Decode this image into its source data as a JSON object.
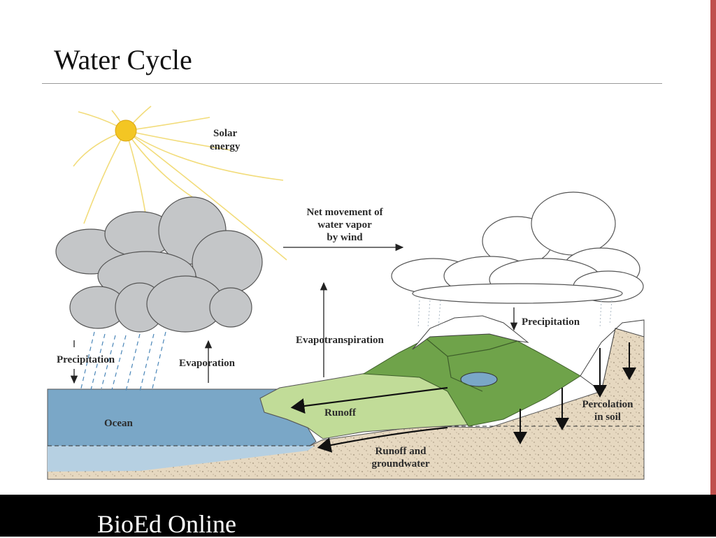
{
  "slide": {
    "title": "Water Cycle",
    "footer": "BioEd Online"
  },
  "diagram": {
    "labels": {
      "solar_1": "Solar",
      "solar_2": "energy",
      "net_1": "Net movement of",
      "net_2": "water vapor",
      "net_3": "by wind",
      "precip_left": "Precipitation",
      "evaporation": "Evaporation",
      "evapotranspiration": "Evapotranspiration",
      "precip_right": "Precipitation",
      "ocean": "Ocean",
      "runoff": "Runoff",
      "percolation_1": "Percolation",
      "percolation_2": "in soil",
      "runoff_gw_1": "Runoff and",
      "runoff_gw_2": "groundwater"
    }
  },
  "colors": {
    "accent_bar": "#c0504d",
    "ocean": "#7aa7c7",
    "ocean_deep": "#b6d0e2",
    "soil": "#e6d8c0",
    "land_light": "#c1dc98",
    "land_dark": "#6fa34a",
    "cloud_gray": "#c4c6c8",
    "sun": "#f3c623"
  }
}
